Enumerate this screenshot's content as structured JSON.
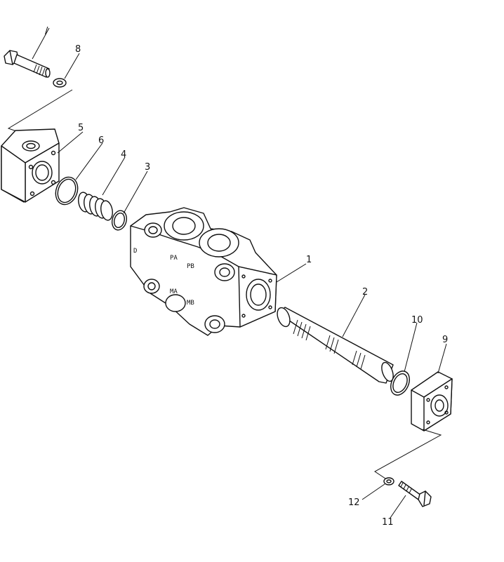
{
  "diagram": {
    "parts": [
      {
        "id": "part-1",
        "number": "1"
      },
      {
        "id": "part-2",
        "number": "2"
      },
      {
        "id": "part-3",
        "number": "3"
      },
      {
        "id": "part-4",
        "number": "4"
      },
      {
        "id": "part-5",
        "number": "5"
      },
      {
        "id": "part-6",
        "number": "6"
      },
      {
        "id": "part-7",
        "number": "/"
      },
      {
        "id": "part-8",
        "number": "8"
      },
      {
        "id": "part-9",
        "number": "9"
      },
      {
        "id": "part-10",
        "number": "10"
      },
      {
        "id": "part-11",
        "number": "11"
      },
      {
        "id": "part-12",
        "number": "12"
      }
    ],
    "port_labels": {
      "d": "D",
      "pa": "PA",
      "pb": "PB",
      "ma": "MA",
      "mb": "MB"
    }
  }
}
